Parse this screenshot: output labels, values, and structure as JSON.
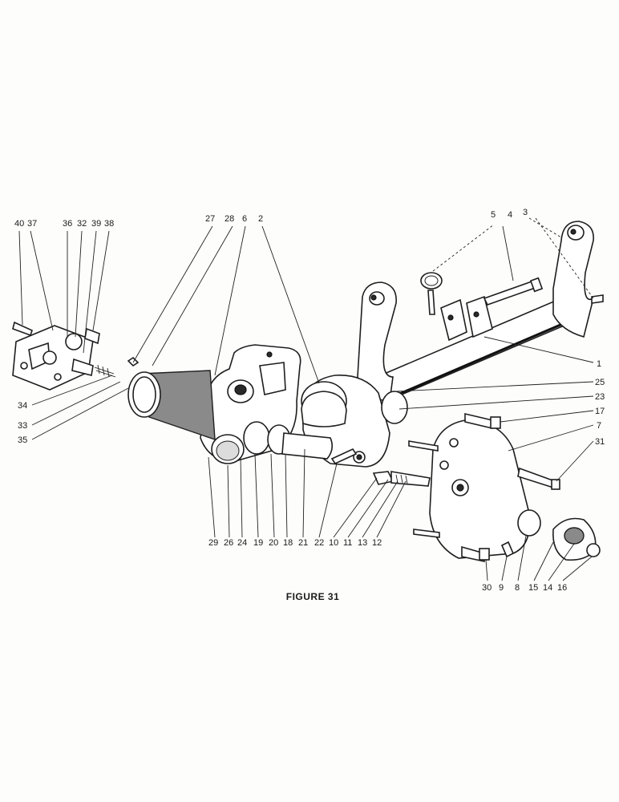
{
  "figure": {
    "caption": "FIGURE 31"
  },
  "part_labels": {
    "n1": "1",
    "n2": "2",
    "n3": "3",
    "n4": "4",
    "n5": "5",
    "n6": "6",
    "n7": "7",
    "n8": "8",
    "n9": "9",
    "n10": "10",
    "n11": "11",
    "n12": "12",
    "n13": "13",
    "n14": "14",
    "n15": "15",
    "n16": "16",
    "n17": "17",
    "n18": "18",
    "n19": "19",
    "n20": "20",
    "n21": "21",
    "n22": "22",
    "n23": "23",
    "n24": "24",
    "n25": "25",
    "n26": "26",
    "n27": "27",
    "n28": "28",
    "n29": "29",
    "n30": "30",
    "n31": "31",
    "n32": "32",
    "n33": "33",
    "n34": "34",
    "n35": "35",
    "n36": "36",
    "n37": "37",
    "n38": "38",
    "n39": "39",
    "n40": "40"
  }
}
